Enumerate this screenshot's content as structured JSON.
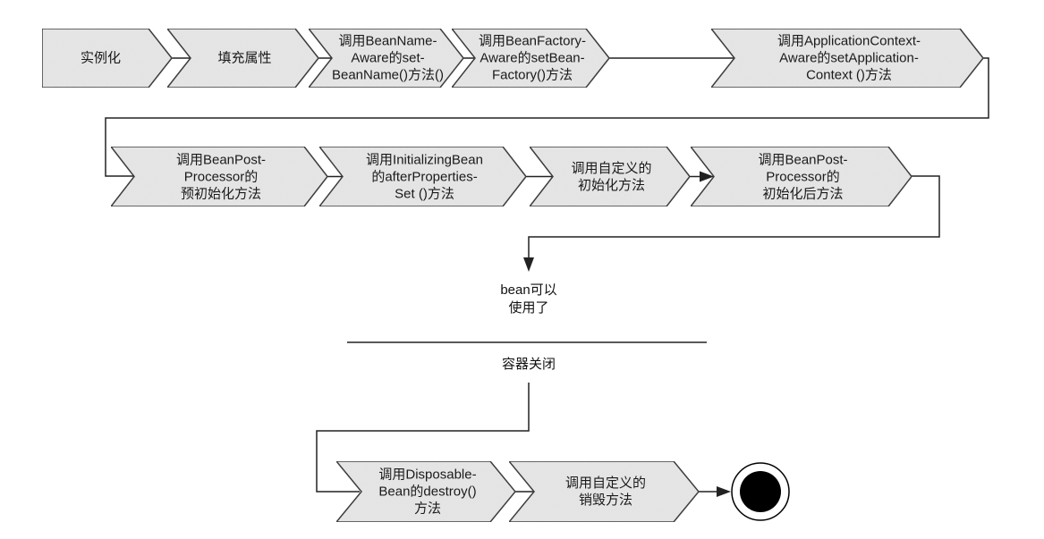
{
  "title": "Spring Bean 生命周期",
  "colors": {
    "step_fill": "#e6e6e6",
    "step_stroke": "#333333",
    "line": "#222222",
    "end_node": "#000000"
  },
  "rows": [
    {
      "steps": [
        {
          "id": "instantiate",
          "label": "实例化"
        },
        {
          "id": "populate-properties",
          "label": "填充属性"
        },
        {
          "id": "bean-name-aware",
          "label": "调用BeanName-\nAware的set-\nBeanName()方法()"
        },
        {
          "id": "bean-factory-aware",
          "label": "调用BeanFactory-\nAware的setBean-\nFactory()方法"
        },
        {
          "id": "application-context-aware",
          "label": "调用ApplicationContext-\nAware的setApplication-\nContext ()方法"
        }
      ]
    },
    {
      "steps": [
        {
          "id": "bpp-before-init",
          "label": "调用BeanPost-\nProcessor的\n预初始化方法"
        },
        {
          "id": "initializing-bean",
          "label": "调用InitializingBean\n的afterProperties-\nSet ()方法"
        },
        {
          "id": "custom-init",
          "label": "调用自定义的\n初始化方法"
        },
        {
          "id": "bpp-after-init",
          "label": "调用BeanPost-\nProcessor的\n初始化后方法"
        }
      ]
    },
    {
      "steps": [
        {
          "id": "disposable-bean",
          "label": "调用Disposable-\nBean的destroy()\n方法"
        },
        {
          "id": "custom-destroy",
          "label": "调用自定义的\n销毁方法"
        }
      ]
    }
  ],
  "states": {
    "bean_ready": "bean可以\n使用了",
    "container_closed": "容器关闭"
  },
  "end_node": "final-state"
}
